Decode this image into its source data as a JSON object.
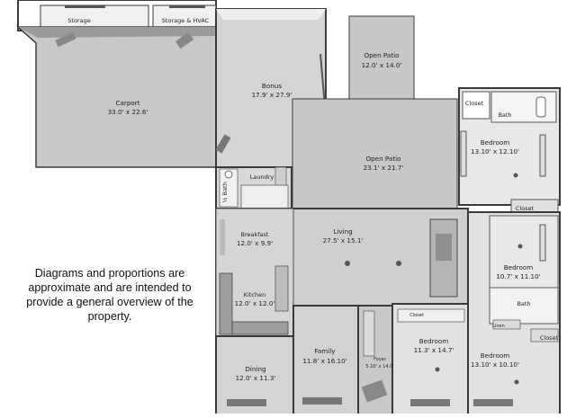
{
  "note": "Diagrams and proportions are approximate and are intended to provide a general overview of the property.",
  "rooms": {
    "storage": {
      "name": "Storage"
    },
    "storage_hvac": {
      "name": "Storage & HVAC"
    },
    "carport": {
      "name": "Carport",
      "dims": "33.0' x 22.6'"
    },
    "bonus": {
      "name": "Bonus",
      "dims": "17.9' x 27.9'"
    },
    "open_patio_top": {
      "name": "Open Patio",
      "dims": "12.0' x 14.0'"
    },
    "open_patio_main": {
      "name": "Open Patio",
      "dims": "23.1' x 21.7'"
    },
    "closet_top": {
      "name": "Closet"
    },
    "bath_top": {
      "name": "Bath"
    },
    "bedroom_top": {
      "name": "Bedroom",
      "dims": "13.10' x 12.10'"
    },
    "half_bath": {
      "name": "½ Bath"
    },
    "laundry": {
      "name": "Laundry"
    },
    "closet_mid": {
      "name": "Closet"
    },
    "breakfast": {
      "name": "Breakfast",
      "dims": "12.0' x 9.9'"
    },
    "living": {
      "name": "Living",
      "dims": "27.5' x 15.1'"
    },
    "bedroom_mid": {
      "name": "Bedroom",
      "dims": "10.7' x 11.10'"
    },
    "kitchen": {
      "name": "Kitchen",
      "dims": "12.0' x 12.0'"
    },
    "bath_mid": {
      "name": "Bath"
    },
    "closet_bedroom_low": {
      "name": "Closet"
    },
    "linen": {
      "name": "Linen"
    },
    "closet_right": {
      "name": "Closet"
    },
    "family": {
      "name": "Family",
      "dims": "11.8' x 16.10'"
    },
    "foyer": {
      "name": "Foyer",
      "dims": "5.10' x 14.0'"
    },
    "bedroom_low": {
      "name": "Bedroom",
      "dims": "11.3' x 14.7'"
    },
    "bedroom_right": {
      "name": "Bedroom",
      "dims": "13.10' x 10.10'"
    },
    "dining": {
      "name": "Dining",
      "dims": "12.0' x 11.3'"
    }
  },
  "colors": {
    "wall": "#3a3a3a",
    "floor_light": "#d6d6d6",
    "floor_mid": "#c4c4c4",
    "floor_dark": "#a9a9a9",
    "background": "#ffffff"
  }
}
